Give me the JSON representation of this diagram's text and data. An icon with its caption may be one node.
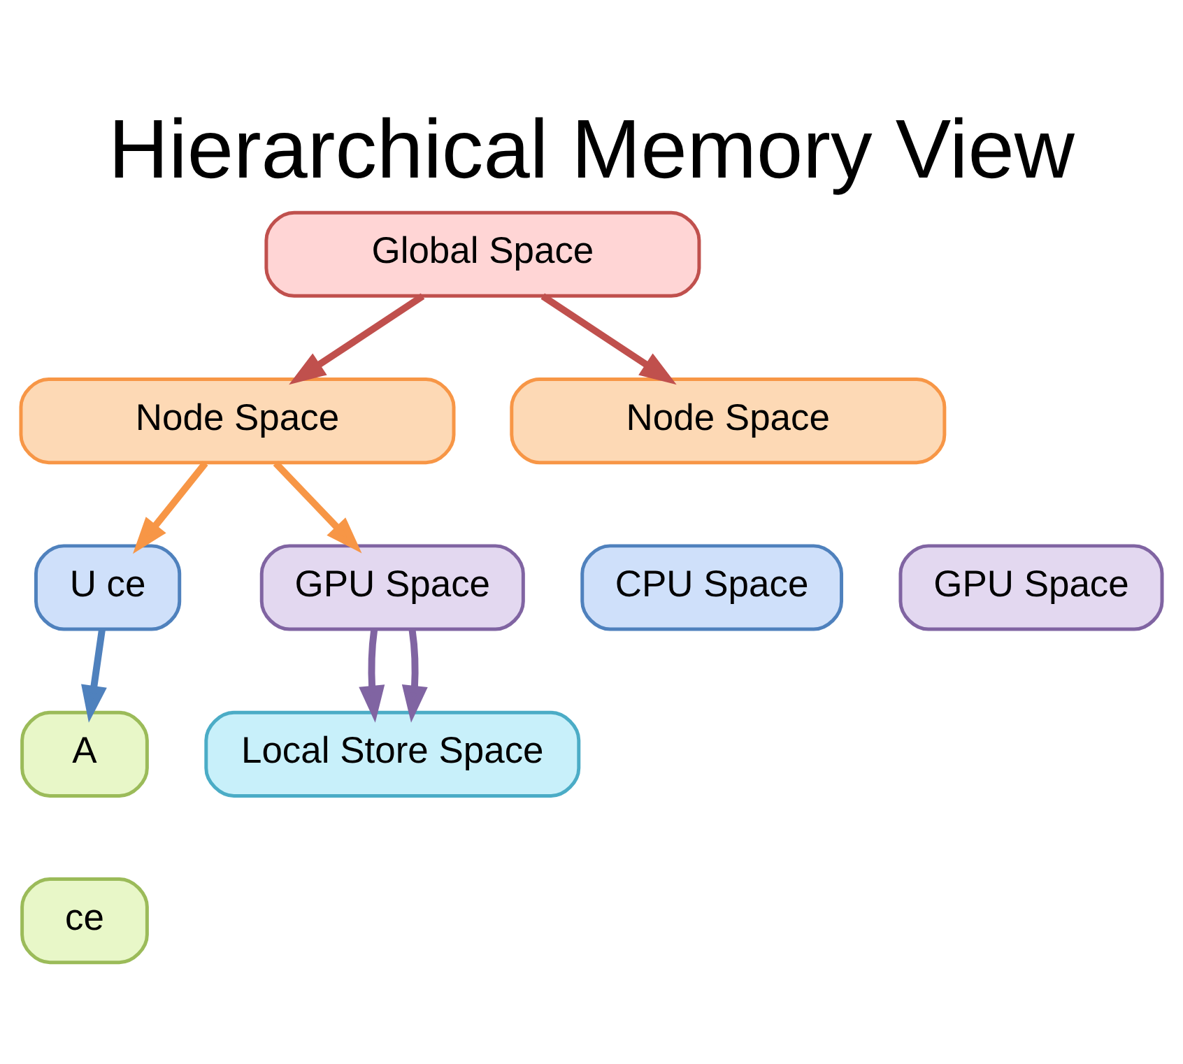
{
  "diagram": {
    "title": "Hierarchical Memory View",
    "nodes": [
      {
        "text": [
          "Global Space"
        ]
      },
      {
        "text": [
          "Node Space"
        ]
      },
      {
        "text": [
          "Node Space"
        ]
      },
      {
        "text": [
          "U ce"
        ]
      },
      {
        "text": [
          "CPU Space"
        ]
      },
      {
        "text": [
          "GPU Space"
        ]
      },
      {
        "text": [
          "GPU Space"
        ]
      },
      {
        "text": [
          "A"
        ]
      },
      {
        "text": [
          "ce"
        ]
      },
      {
        "text": [
          "Local Store Space"
        ]
      }
    ],
    "edges": [
      {
        "from": 0,
        "to": 1,
        "arrow": "to",
        "color": "#c0504d"
      },
      {
        "from": 0,
        "to": 2,
        "arrow": "to",
        "color": "#c0504d"
      },
      {
        "from": 1,
        "to": 3,
        "arrow": "to",
        "color": "#f79646"
      },
      {
        "from": 1,
        "to": 6,
        "arrow": "to",
        "color": "#f79646"
      },
      {
        "from": 3,
        "to": 7,
        "arrow": "to",
        "color": "#4f81bd"
      },
      {
        "from": 6,
        "to": 9,
        "arrow": "to",
        "color": "#8064a2"
      },
      {
        "from": 6,
        "to": 9,
        "arrow": "to",
        "color": "#8064a2"
      }
    ]
  }
}
